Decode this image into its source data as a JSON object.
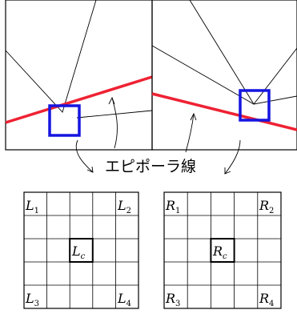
{
  "caption": "エピポーラ線",
  "left_grid": {
    "corner_labels": [
      {
        "base": "L",
        "sub": "1"
      },
      {
        "base": "L",
        "sub": "2"
      },
      {
        "base": "L",
        "sub": "3"
      },
      {
        "base": "L",
        "sub": "4"
      }
    ],
    "center_label": {
      "base": "L",
      "sub": "c"
    }
  },
  "right_grid": {
    "corner_labels": [
      {
        "base": "R",
        "sub": "1"
      },
      {
        "base": "R",
        "sub": "2"
      },
      {
        "base": "R",
        "sub": "3"
      },
      {
        "base": "R",
        "sub": "4"
      }
    ],
    "center_label": {
      "base": "R",
      "sub": "c"
    }
  },
  "colors": {
    "epipolar_line": "#ee2233",
    "highlight_box": "#1515e0",
    "lines": "#000000"
  }
}
